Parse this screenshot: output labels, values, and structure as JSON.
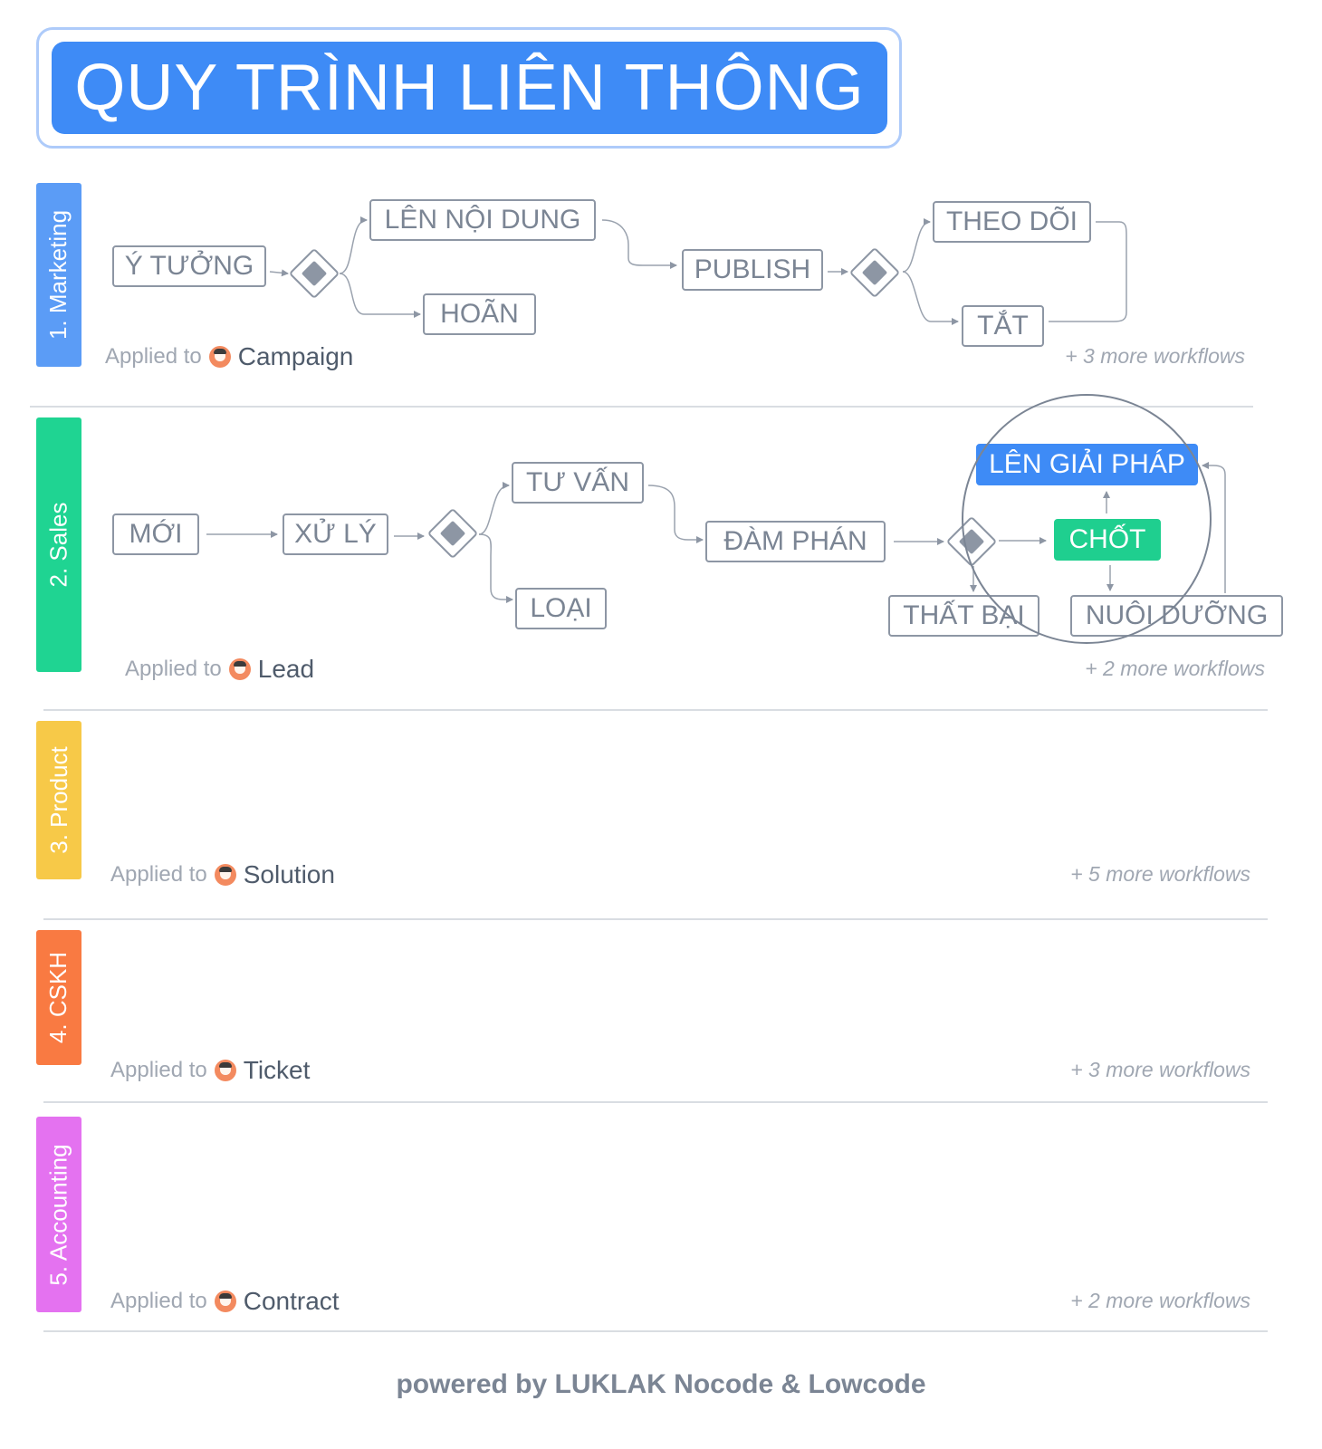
{
  "title": "QUY TRÌNH LIÊN THÔNG",
  "applied_prefix": "Applied to",
  "lanes": [
    {
      "label": "1. Marketing",
      "color": "#5b9cf6",
      "entity": "Campaign",
      "more": "+ 3 more workflows"
    },
    {
      "label": "2. Sales",
      "color": "#1fd492",
      "entity": "Lead",
      "more": "+ 2 more workflows"
    },
    {
      "label": "3. Product",
      "color": "#f7c948",
      "entity": "Solution",
      "more": "+ 5 more workflows"
    },
    {
      "label": "4. CSKH",
      "color": "#f97a42",
      "entity": "Ticket",
      "more": "+ 3 more workflows"
    },
    {
      "label": "5. Accounting",
      "color": "#e472f0",
      "entity": "Contract",
      "more": "+ 2 more workflows"
    }
  ],
  "marketing_nodes": {
    "idea": "Ý TƯỞNG",
    "content": "LÊN NỘI DUNG",
    "postpone": "HOÃN",
    "publish": "PUBLISH",
    "track": "THEO DÕI",
    "off": "TẮT"
  },
  "sales_nodes": {
    "new": "MỚI",
    "process": "XỬ LÝ",
    "consult": "TƯ VẤN",
    "disqualify": "LOẠI",
    "negotiate": "ĐÀM PHÁN",
    "solution": "LÊN GIẢI PHÁP",
    "close": "CHỐT",
    "fail": "THẤT BẠI",
    "nurture": "NUÔI DƯỠNG"
  },
  "colors": {
    "title_bg": "#3e8bf6",
    "node_border": "#8d96a4",
    "node_text": "#7b8594",
    "highlight_blue": "#3e8bf6",
    "highlight_green": "#1fcf8f",
    "gateway": "#8d96a4"
  },
  "footer": "powered by LUKLAK Nocode & Lowcode"
}
